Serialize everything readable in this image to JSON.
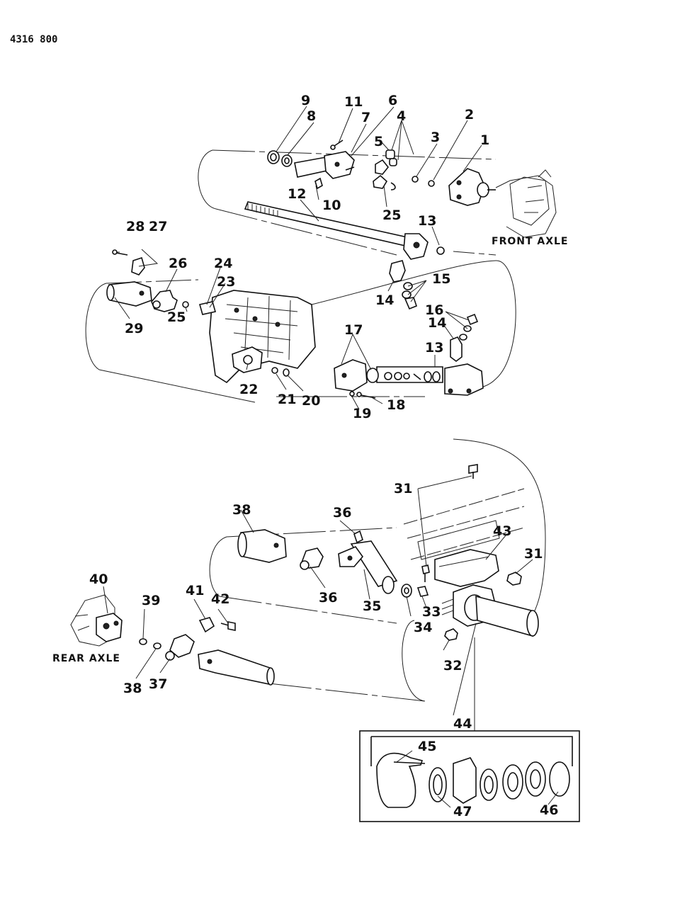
{
  "figure_code": "4316 800",
  "labels": {
    "front_axle": "FRONT AXLE",
    "rear_axle": "REAR AXLE"
  },
  "callouts": [
    "1",
    "2",
    "3",
    "4",
    "5",
    "6",
    "7",
    "8",
    "9",
    "10",
    "11",
    "12",
    "13",
    "13",
    "14",
    "14",
    "15",
    "15",
    "16",
    "17",
    "18",
    "19",
    "20",
    "21",
    "22",
    "23",
    "24",
    "25",
    "25",
    "26",
    "27",
    "28",
    "29",
    "31",
    "31",
    "32",
    "33",
    "34",
    "35",
    "36",
    "36",
    "37",
    "38",
    "39",
    "40",
    "41",
    "42",
    "43",
    "44",
    "45",
    "46",
    "47"
  ]
}
